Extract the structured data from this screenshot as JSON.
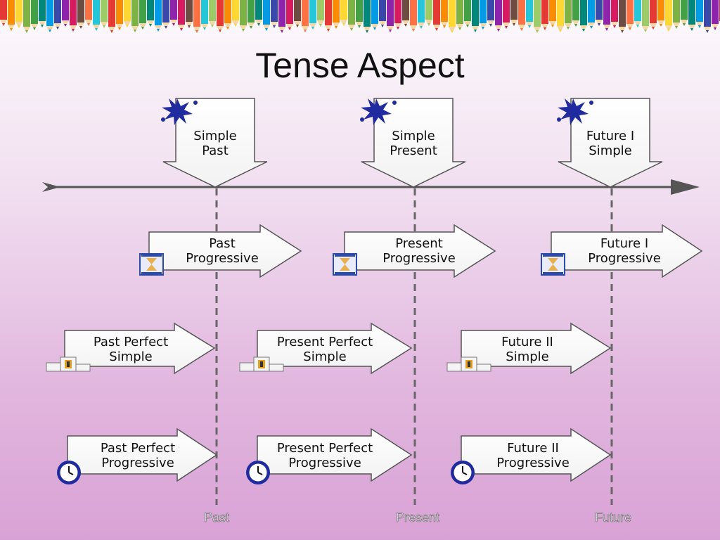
{
  "slide": {
    "title": "Tense Aspect"
  },
  "timeline": {
    "labels": {
      "past": "Past",
      "present": "Present",
      "future": "Future"
    }
  },
  "tenses": {
    "simple_past": [
      "Simple",
      "Past"
    ],
    "simple_present": [
      "Simple",
      "Present"
    ],
    "future_i_simple": [
      "Future I",
      "Simple"
    ],
    "past_progressive": [
      "Past",
      "Progressive"
    ],
    "present_progressive": [
      "Present",
      "Progressive"
    ],
    "future_i_progressive": [
      "Future I",
      "Progressive"
    ],
    "past_perfect_simple": [
      "Past Perfect",
      "Simple"
    ],
    "present_perfect_simple": [
      "Present Perfect",
      "Simple"
    ],
    "future_ii_simple": [
      "Future II",
      "Simple"
    ],
    "past_perfect_progressive": [
      "Past Perfect",
      "Progressive"
    ],
    "present_perfect_progressive": [
      "Present Perfect",
      "Progressive"
    ],
    "future_ii_progressive": [
      "Future II",
      "Progressive"
    ]
  },
  "colors": {
    "splat": "#1f2b9e",
    "hourglass_frame": "#2c4aa8",
    "hourglass_sand": "#e8b04a",
    "clock": "#1f2b9e",
    "podium_gold": "#e0a020"
  },
  "icons": [
    "paint-splat-icon",
    "hourglass-icon",
    "podium-icon",
    "clock-icon"
  ]
}
